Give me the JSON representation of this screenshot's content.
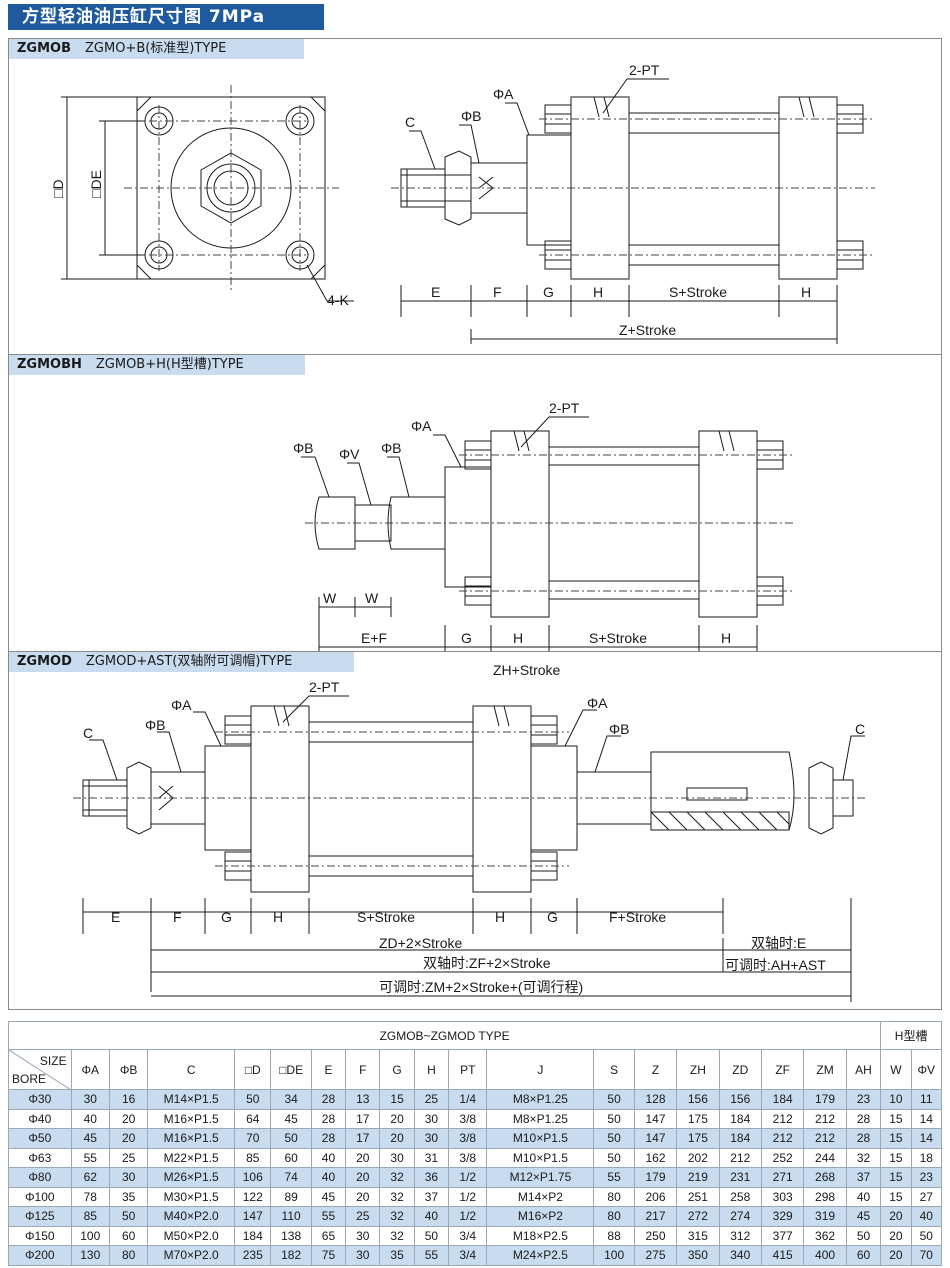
{
  "title": "方型轻油油压缸尺寸图 7MPa",
  "sections": [
    {
      "code": "ZGMOB",
      "label": "ZGMO+B(标准型)TYPE",
      "dims": {
        "c": "C",
        "phiA": "ΦA",
        "phiB": "ΦB",
        "pt": "2-PT",
        "k": "4-K",
        "d": "□D",
        "de": "□DE",
        "e": "E",
        "f": "F",
        "g": "G",
        "h": "H",
        "s_stroke": "S+Stroke",
        "h2": "H",
        "z_stroke": "Z+Stroke"
      }
    },
    {
      "code": "ZGMOBH",
      "label": "ZGMOB+H(H型槽)TYPE",
      "dims": {
        "phiB": "ΦB",
        "phiV": "ΦV",
        "phiB2": "ΦB",
        "phiA": "ΦA",
        "pt": "2-PT",
        "w": "W",
        "w2": "W",
        "ef": "E+F",
        "g": "G",
        "h": "H",
        "s_stroke": "S+Stroke",
        "h2": "H",
        "zh_stroke": "ZH+Stroke"
      }
    },
    {
      "code": "ZGMOD",
      "label": "ZGMOD+AST(双轴附可调帽)TYPE",
      "dims": {
        "c": "C",
        "phiA": "ΦA",
        "phiB": "ΦB",
        "pt": "2-PT",
        "phiA2": "ΦA",
        "phiB2": "ΦB",
        "c2": "C",
        "e": "E",
        "f": "F",
        "g": "G",
        "h": "H",
        "s_stroke": "S+Stroke",
        "h2": "H",
        "g2": "G",
        "f_stroke": "F+Stroke",
        "zd": "ZD+2×Stroke",
        "double_e": "双轴时:E",
        "adj_ah": "可调时:AH+AST",
        "double_zf": "双轴时:ZF+2×Stroke",
        "adj_zm": "可调时:ZM+2×Stroke+(可调行程)"
      }
    }
  ],
  "table": {
    "group_title": "ZGMOB~ZGMOD TYPE",
    "h_group": "H型槽",
    "corner_top": "SIZE",
    "corner_bottom": "BORE",
    "columns": [
      "ΦA",
      "ΦB",
      "C",
      "□D",
      "□DE",
      "E",
      "F",
      "G",
      "H",
      "PT",
      "J",
      "S",
      "Z",
      "ZH",
      "ZD",
      "ZF",
      "ZM",
      "AH",
      "W",
      "ΦV"
    ],
    "rows": [
      [
        "Φ30",
        "30",
        "16",
        "M14×P1.5",
        "50",
        "34",
        "28",
        "13",
        "15",
        "25",
        "1/4",
        "M8×P1.25",
        "50",
        "128",
        "156",
        "156",
        "184",
        "179",
        "23",
        "10",
        "11"
      ],
      [
        "Φ40",
        "40",
        "20",
        "M16×P1.5",
        "64",
        "45",
        "28",
        "17",
        "20",
        "30",
        "3/8",
        "M8×P1.25",
        "50",
        "147",
        "175",
        "184",
        "212",
        "212",
        "28",
        "15",
        "14"
      ],
      [
        "Φ50",
        "45",
        "20",
        "M16×P1.5",
        "70",
        "50",
        "28",
        "17",
        "20",
        "30",
        "3/8",
        "M10×P1.5",
        "50",
        "147",
        "175",
        "184",
        "212",
        "212",
        "28",
        "15",
        "14"
      ],
      [
        "Φ63",
        "55",
        "25",
        "M22×P1.5",
        "85",
        "60",
        "40",
        "20",
        "30",
        "31",
        "3/8",
        "M10×P1.5",
        "50",
        "162",
        "202",
        "212",
        "252",
        "244",
        "32",
        "15",
        "18"
      ],
      [
        "Φ80",
        "62",
        "30",
        "M26×P1.5",
        "106",
        "74",
        "40",
        "20",
        "32",
        "36",
        "1/2",
        "M12×P1.75",
        "55",
        "179",
        "219",
        "231",
        "271",
        "268",
        "37",
        "15",
        "23"
      ],
      [
        "Φ100",
        "78",
        "35",
        "M30×P1.5",
        "122",
        "89",
        "45",
        "20",
        "32",
        "37",
        "1/2",
        "M14×P2",
        "80",
        "206",
        "251",
        "258",
        "303",
        "298",
        "40",
        "15",
        "27"
      ],
      [
        "Φ125",
        "85",
        "50",
        "M40×P2.0",
        "147",
        "110",
        "55",
        "25",
        "32",
        "40",
        "1/2",
        "M16×P2",
        "80",
        "217",
        "272",
        "274",
        "329",
        "319",
        "45",
        "20",
        "40"
      ],
      [
        "Φ150",
        "100",
        "60",
        "M50×P2.0",
        "184",
        "138",
        "65",
        "30",
        "32",
        "50",
        "3/4",
        "M18×P2.5",
        "88",
        "250",
        "315",
        "312",
        "377",
        "362",
        "50",
        "20",
        "50"
      ],
      [
        "Φ200",
        "130",
        "80",
        "M70×P2.0",
        "235",
        "182",
        "75",
        "30",
        "35",
        "55",
        "3/4",
        "M24×P2.5",
        "100",
        "275",
        "350",
        "340",
        "415",
        "400",
        "60",
        "20",
        "70"
      ]
    ]
  }
}
